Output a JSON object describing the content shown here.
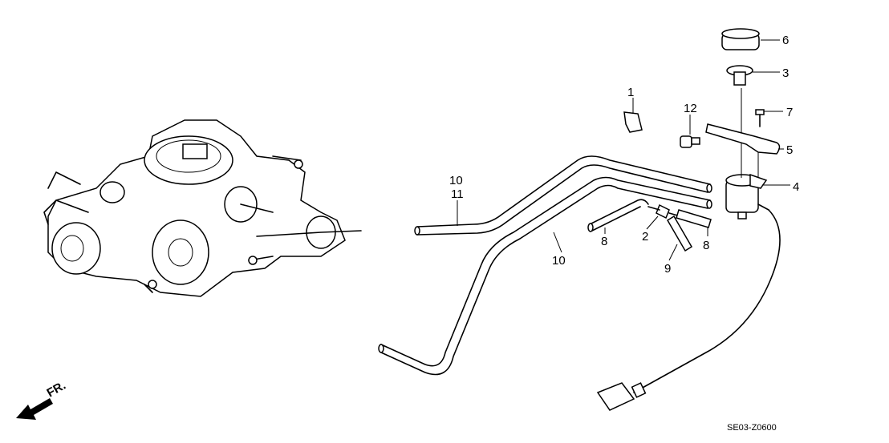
{
  "diagram": {
    "code": "SE03-Z0600",
    "direction_label": "FR.",
    "callouts": {
      "c1": "1",
      "c2": "2",
      "c3": "3",
      "c4": "4",
      "c5": "5",
      "c6": "6",
      "c7": "7",
      "c8a": "8",
      "c8b": "8",
      "c9": "9",
      "c10a": "10",
      "c10b": "10",
      "c11": "11",
      "c12": "12"
    }
  }
}
